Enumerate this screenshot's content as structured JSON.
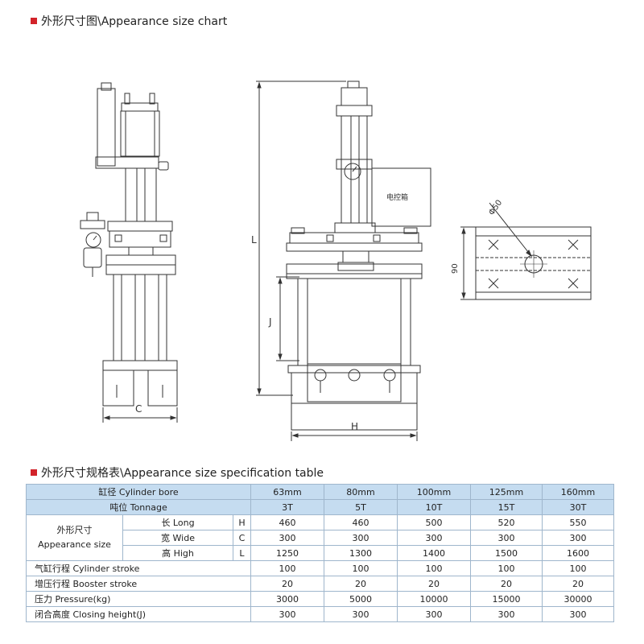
{
  "section1": {
    "title": "外形尺寸图\\Appearance size chart"
  },
  "drawing": {
    "label_L": "L",
    "label_J": "J",
    "label_C": "C",
    "label_H": "H",
    "label_90": "90",
    "label_phi50": "Φ50",
    "control_box_label": "电控箱"
  },
  "section2": {
    "title": "外形尺寸规格表\\Appearance size specification table"
  },
  "table": {
    "bore_label": "缸径 Cylinder bore",
    "tonnage_label": "吨位 Tonnage",
    "bores": [
      "63mm",
      "80mm",
      "100mm",
      "125mm",
      "160mm"
    ],
    "tonnages": [
      "3T",
      "5T",
      "10T",
      "15T",
      "30T"
    ],
    "appearance_cn": "外形尺寸",
    "appearance_en": "Appearance size",
    "dims": [
      {
        "label": "长 Long",
        "code": "H",
        "values": [
          "460",
          "460",
          "500",
          "520",
          "550"
        ]
      },
      {
        "label": "宽 Wide",
        "code": "C",
        "values": [
          "300",
          "300",
          "300",
          "300",
          "300"
        ]
      },
      {
        "label": "高 High",
        "code": "L",
        "values": [
          "1250",
          "1300",
          "1400",
          "1500",
          "1600"
        ]
      }
    ],
    "rows": [
      {
        "label": "气缸行程 Cylinder stroke",
        "values": [
          "100",
          "100",
          "100",
          "100",
          "100"
        ]
      },
      {
        "label": "增压行程 Booster stroke",
        "values": [
          "20",
          "20",
          "20",
          "20",
          "20"
        ]
      },
      {
        "label": "压力 Pressure(kg)",
        "values": [
          "3000",
          "5000",
          "10000",
          "15000",
          "30000"
        ]
      },
      {
        "label": "闭合高度 Closing height(J)",
        "values": [
          "300",
          "300",
          "300",
          "300",
          "300"
        ]
      }
    ]
  }
}
